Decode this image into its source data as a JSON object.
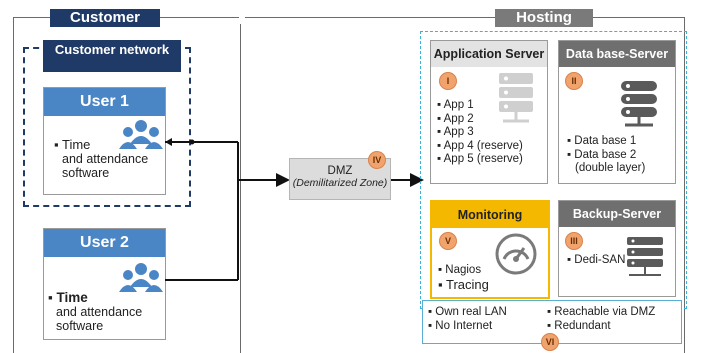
{
  "customer": {
    "title": "Customer",
    "network_label": "Customer network",
    "user1": {
      "title": "User 1",
      "line1": "▪ Time",
      "line2": "and attendance",
      "line3": "software"
    },
    "user2": {
      "title": "User 2",
      "line1": "▪ Time",
      "line2": "and attendance",
      "line3": "software"
    }
  },
  "dmz": {
    "title": "DMZ",
    "subtitle": "(Demilitarized Zone)",
    "badge": "IV"
  },
  "hosting": {
    "title": "Hosting",
    "app_server": {
      "title": "Application Server",
      "badge": "I",
      "items": [
        "▪ App 1",
        "▪ App 2",
        "▪ App 3",
        "▪ App 4 (reserve)",
        "▪ App 5 (reserve)"
      ]
    },
    "db_server": {
      "title": "Data base-Server",
      "badge": "II",
      "items": [
        "▪ Data base 1",
        "▪ Data base 2",
        "(double layer)"
      ]
    },
    "monitoring": {
      "title": "Monitoring",
      "badge": "V",
      "items": [
        "▪ Nagios",
        "▪ Tracing"
      ]
    },
    "backup": {
      "title": "Backup-Server",
      "badge": "III",
      "items": [
        "▪ Dedi-SAN"
      ]
    },
    "network": {
      "badge": "VI",
      "left": [
        "▪ Own real LAN",
        "▪ No Internet"
      ],
      "right": [
        "▪ Reachable via DMZ",
        "▪ Redundant"
      ]
    }
  },
  "colors": {
    "navy": "#1f3a66",
    "user_blue": "#4a86c5",
    "grey_header": "#7a7a7a",
    "monitoring_yellow": "#f5b800",
    "badge_orange": "#f0a36c",
    "cyan_dash": "#39b3d9"
  }
}
